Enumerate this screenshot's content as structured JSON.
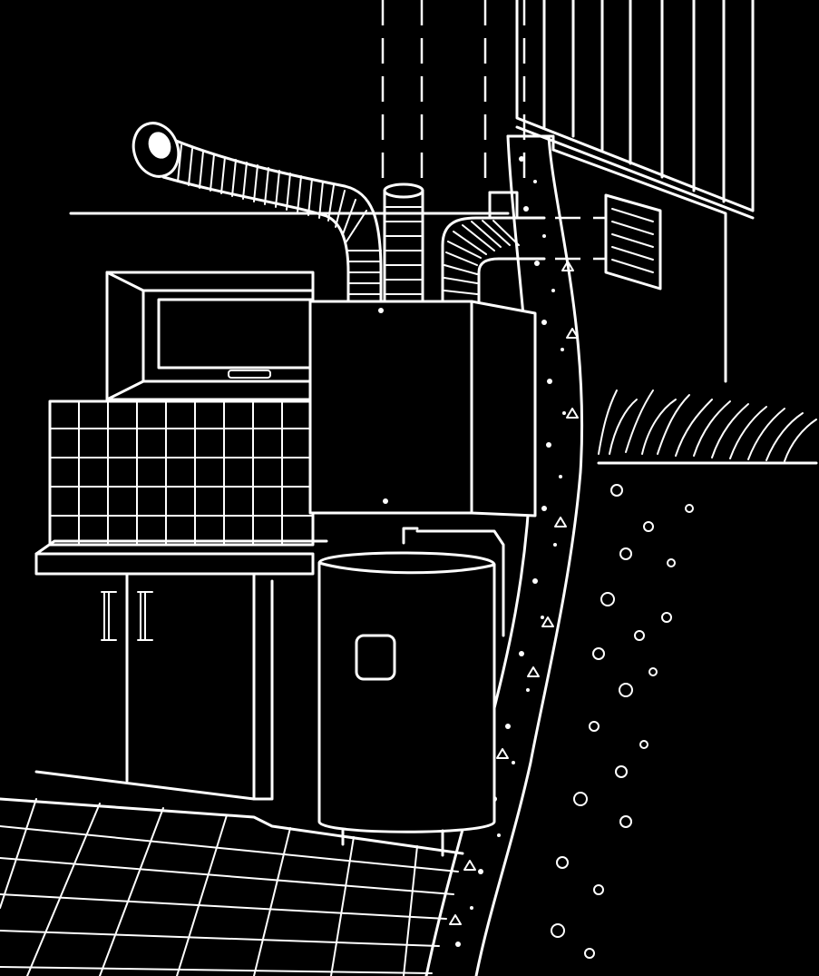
{
  "image": {
    "style": "white line drawing on black background",
    "background_color": "#000000",
    "line_color": "#ffffff"
  },
  "components": [
    "flexible-intake-duct",
    "flue-pipe",
    "exhaust-duct",
    "wall-unit",
    "storage-tank",
    "ventilation-grille",
    "wall-cross-section",
    "kitchen-window",
    "tiled-backsplash",
    "kitchen-cabinets",
    "tiled-floor",
    "gravel-ground",
    "grass",
    "siding-boards"
  ]
}
